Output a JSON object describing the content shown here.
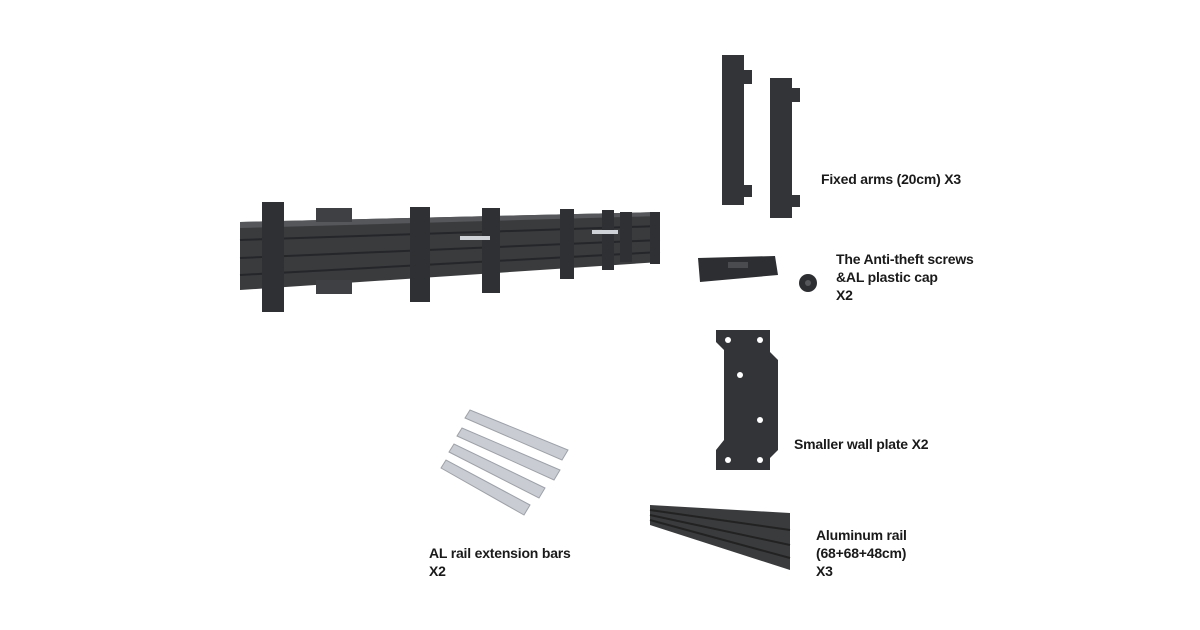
{
  "labels": {
    "fixed_arms": "Fixed arms (20cm) X3",
    "anti_theft_line1": "The Anti-theft screws",
    "anti_theft_line2": "&AL plastic cap",
    "anti_theft_line3": "X2",
    "wall_plate": "Smaller wall plate X2",
    "extension_line1": "AL rail extension bars",
    "extension_line2": "X2",
    "rail_line1": "Aluminum rail",
    "rail_line2": "(68+68+48cm)",
    "rail_line3": "X3"
  },
  "colors": {
    "metal": "#3a3b3d",
    "metal_dark": "#2a2b2d",
    "aluminum": "#c9ccd2"
  }
}
